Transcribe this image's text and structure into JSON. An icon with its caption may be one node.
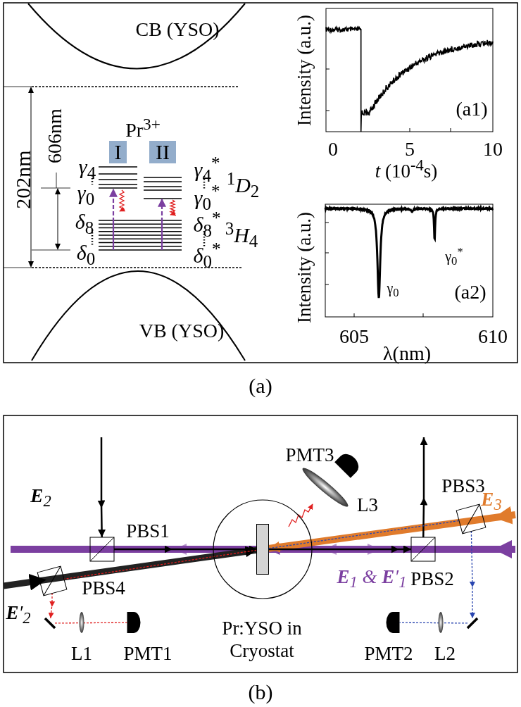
{
  "diagram": {
    "nodes": [
      {
        "text": [
          "I"
        ]
      },
      {
        "text": [
          "II"
        ]
      },
      {
        "text": [],
        "shape": "box",
        "beside": [
          "PBS1"
        ]
      },
      {
        "text": [],
        "shape": "box",
        "beside": [
          "PBS2"
        ]
      },
      {
        "text": [],
        "shape": "box",
        "beside": [
          "PBS3"
        ]
      },
      {
        "text": [],
        "shape": "box",
        "beside": [
          "PBS4"
        ]
      },
      {
        "text": [],
        "shape": "circle",
        "beside": [
          "Pr:YSO in Cryostat"
        ]
      },
      {
        "text": [],
        "shape": "bar",
        "in": 6
      },
      {
        "text": [],
        "shape": "ellipse",
        "beside": [
          "L1"
        ]
      },
      {
        "text": [],
        "shape": "semicircle",
        "beside": [
          "PMT1"
        ]
      },
      {
        "text": [],
        "shape": "ellipse",
        "beside": [
          "L2"
        ]
      },
      {
        "text": [],
        "shape": "semicircle",
        "beside": [
          "PMT2"
        ]
      },
      {
        "text": [],
        "shape": "ellipse",
        "beside": [
          "L3"
        ]
      },
      {
        "text": [],
        "shape": "semicircle",
        "beside": [
          "PMT3"
        ]
      },
      {
        "text": [],
        "shape": "bar"
      },
      {
        "text": [],
        "shape": "bar"
      }
    ],
    "edges": [
      {
        "from": null,
        "to": 2,
        "arrow": "to",
        "label": "**E**$_{2}$"
      },
      {
        "from": 2,
        "to": 7,
        "arrow": "to"
      },
      {
        "from": 7,
        "to": 3,
        "arrow": "to"
      },
      {
        "from": 3,
        "to": null,
        "arrow": "to"
      },
      {
        "from": null,
        "to": 7,
        "arrow": "to",
        "style": "thick",
        "color": "#7b3fa0",
        "label": "**E**$_{1}$ & **E**′$_{1}$"
      },
      {
        "from": 7,
        "to": null,
        "arrow": "none",
        "style": "thick",
        "color": "#7b3fa0"
      },
      {
        "from": null,
        "to": 7,
        "arrow": "to",
        "style": "thick",
        "color": "#e07b2c",
        "label": "**E**$_{3}$"
      },
      {
        "from": null,
        "to": 7,
        "arrow": "to",
        "style": "thick",
        "label": "**E**′$_{2}$"
      },
      {
        "from": 7,
        "to": 5,
        "arrow": "none",
        "style": "dashed",
        "color": "#e02020"
      },
      {
        "from": 5,
        "to": 14,
        "arrow": "to",
        "style": "dashed",
        "color": "#e02020"
      },
      {
        "from": 14,
        "to": 9,
        "arrow": "none",
        "style": "dashed",
        "color": "#e02020"
      },
      {
        "from": 7,
        "to": 4,
        "arrow": "none",
        "style": "dashed",
        "color": "#2a46b0"
      },
      {
        "from": 4,
        "to": 15,
        "arrow": "to",
        "style": "dashed",
        "color": "#2a46b0"
      },
      {
        "from": 15,
        "to": 11,
        "arrow": "none",
        "style": "dashed",
        "color": "#2a46b0"
      }
    ],
    "labels": [
      "CB (YSO)",
      "606nm",
      "202nm",
      "Pr$^{3+}$",
      "*γ*$_{4}$",
      "*γ*$_{0}$",
      "*δ*$_{8}$",
      "*δ*$_{0}$",
      "*γ*$_{4}$$^{*}$",
      "*γ*$_{0}$$^{*}$",
      "*δ*$_{8}$$^{*}$",
      "*δ*$_{0}$$^{*}$",
      "$^{1}$*D*$_{2}$",
      "$^{3}$*H*$_{4}$",
      "VB (YSO)",
      "Intensity (a.u.)",
      "0",
      "5",
      "10",
      "*t* (10$^{-4}$s)",
      "(a1)",
      "Intensity (a.u.)",
      "γ$_{0}$",
      "γ$_{0}$$^{*}$",
      "(a2)",
      "605",
      "610",
      "λ(nm)",
      "(a)",
      "(b)"
    ]
  }
}
